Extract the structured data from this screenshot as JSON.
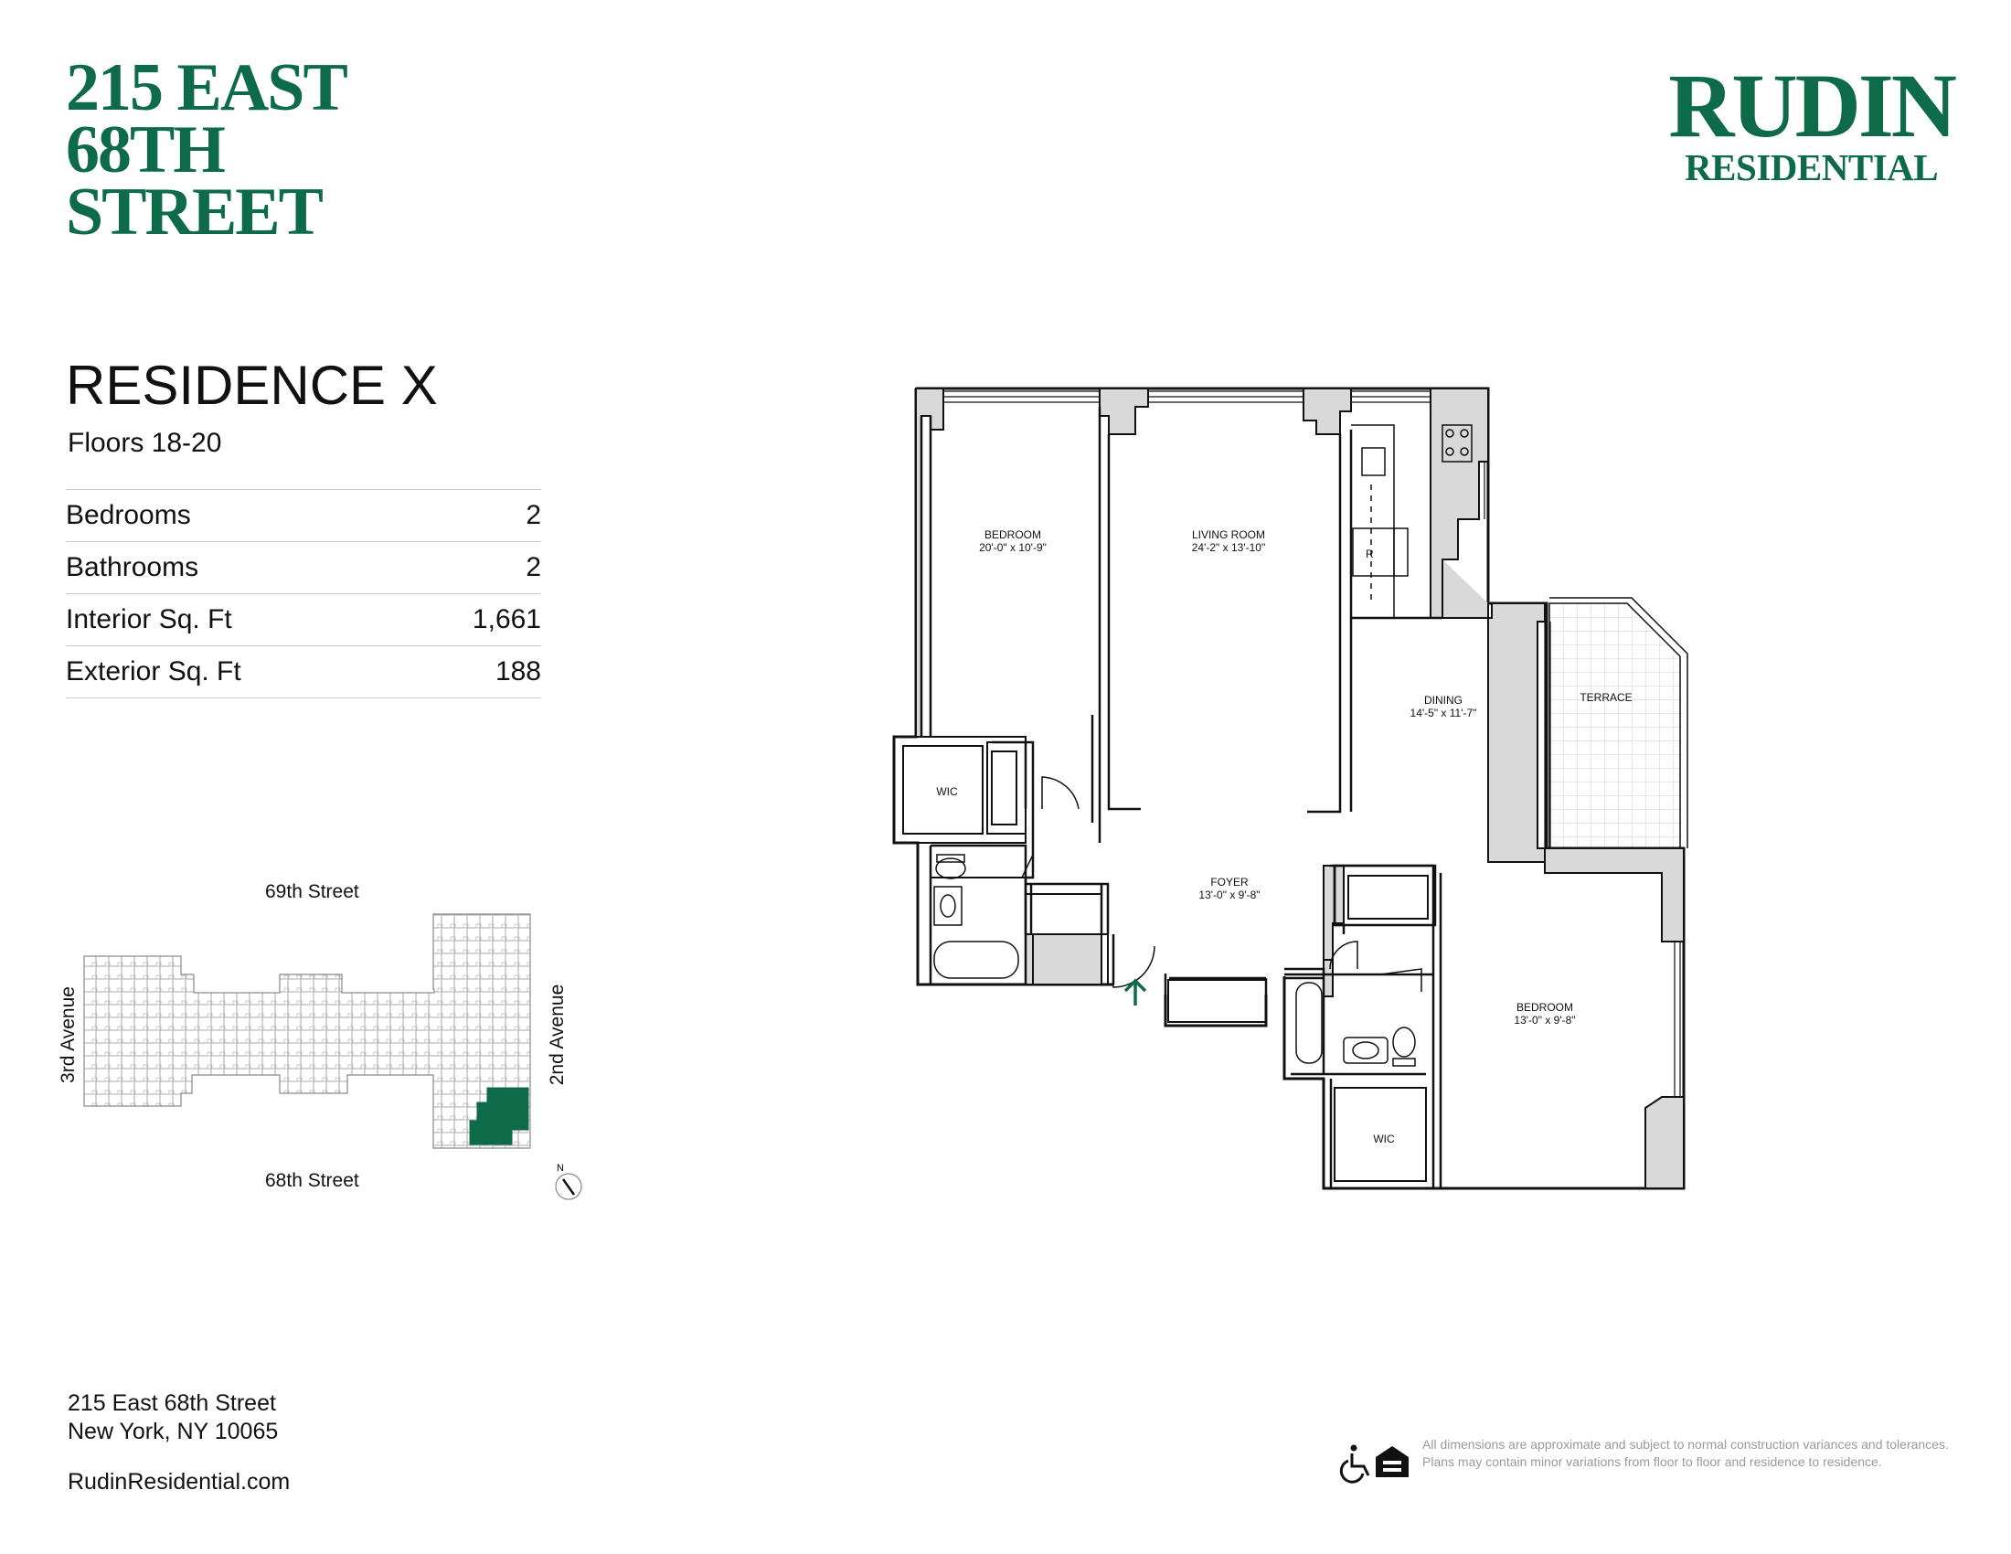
{
  "building": {
    "line1": "215 EAST",
    "line2": "68TH",
    "line3": "STREET"
  },
  "brand": {
    "line1": "RUDIN",
    "line2": "RESIDENTIAL",
    "color": "#0e6b4a"
  },
  "residence": {
    "title": "RESIDENCE X",
    "floors": "Floors 18-20"
  },
  "specs": [
    {
      "label": "Bedrooms",
      "value": "2"
    },
    {
      "label": "Bathrooms",
      "value": "2"
    },
    {
      "label": "Interior Sq. Ft",
      "value": "1,661"
    },
    {
      "label": "Exterior Sq. Ft",
      "value": "188"
    }
  ],
  "keyplan": {
    "north_street": "69th Street",
    "south_street": "68th Street",
    "west_avenue": "3rd Avenue",
    "east_avenue": "2nd Avenue",
    "compass": "N"
  },
  "rooms": [
    {
      "name": "BEDROOM",
      "dims": "20'-0\" x 10'-9\""
    },
    {
      "name": "LIVING ROOM",
      "dims": "24'-2\" x 13'-10\""
    },
    {
      "name": "DINING",
      "dims": "14'-5\" x 11'-7\""
    },
    {
      "name": "TERRACE",
      "dims": ""
    },
    {
      "name": "FOYER",
      "dims": "13'-0\" x 9'-8\""
    },
    {
      "name": "BEDROOM",
      "dims": "13'-0\" x 9'-8\""
    },
    {
      "name": "WIC",
      "dims": ""
    },
    {
      "name": "WIC",
      "dims": ""
    }
  ],
  "fixtures": {
    "refrigerator": "R"
  },
  "address": {
    "line1": "215 East 68th Street",
    "line2": "New York, NY 10065"
  },
  "website": "RudinResidential.com",
  "disclaimer": "All dimensions are approximate and subject to normal construction variances and tolerances. Plans may contain minor variations from floor to floor and residence to residence.",
  "icons": [
    "accessibility-icon",
    "equal-housing-icon",
    "entry-arrow-icon"
  ]
}
